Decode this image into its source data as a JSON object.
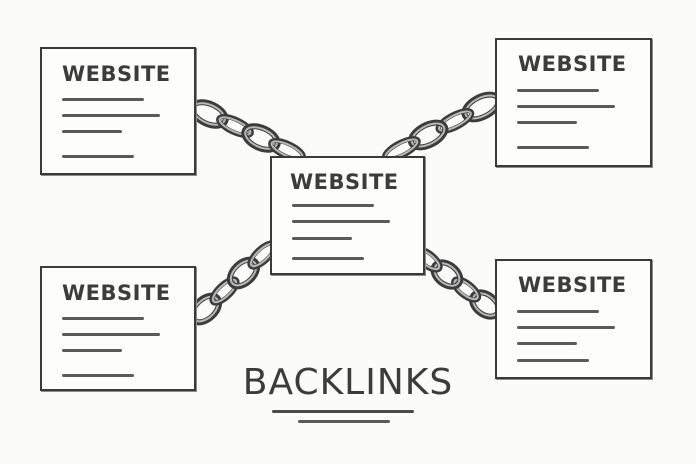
{
  "diagram": {
    "title": "BACKLINKS",
    "websites": [
      {
        "id": "top-left",
        "label": "WEBSITE"
      },
      {
        "id": "top-right",
        "label": "WEBSITE"
      },
      {
        "id": "center",
        "label": "WEBSITE"
      },
      {
        "id": "bottom-left",
        "label": "WEBSITE"
      },
      {
        "id": "bottom-right",
        "label": "WEBSITE"
      }
    ],
    "links": [
      {
        "from": "top-left",
        "to": "center"
      },
      {
        "from": "top-right",
        "to": "center"
      },
      {
        "from": "bottom-left",
        "to": "center"
      },
      {
        "from": "bottom-right",
        "to": "center"
      }
    ],
    "link_icon": "chain-icon"
  }
}
